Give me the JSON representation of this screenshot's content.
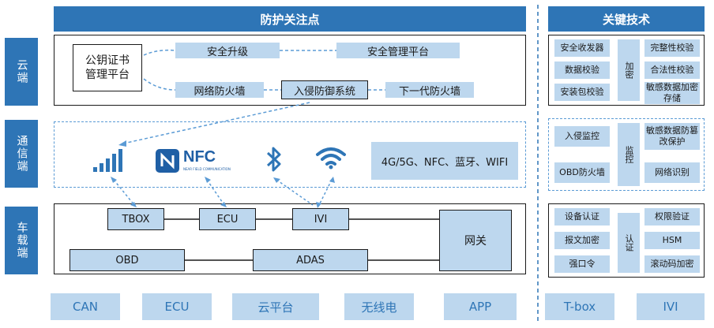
{
  "side_labels": {
    "cloud": "云端",
    "comm": "通信端",
    "vehicle": "车载端"
  },
  "headers": {
    "focus": "防护关注点",
    "tech": "关键技术"
  },
  "cloud": {
    "pki": "公钥证书\n管理平台",
    "upgrade": "安全升级",
    "mgmt_platform": "安全管理平台",
    "firewall": "网络防火墙",
    "ids": "入侵防御系统",
    "ngfw": "下一代防火墙"
  },
  "comm": {
    "icons": [
      "signal-bars",
      "nfc-logo",
      "bluetooth",
      "wifi"
    ],
    "nfc_text": "NFC",
    "nfc_sub": "NEAR FIELD COMMUNICATION",
    "summary": "4G/5G、NFC、蓝牙、WIFI"
  },
  "vehicle": {
    "tbox": "TBOX",
    "ecu": "ECU",
    "ivi": "IVI",
    "obd": "OBD",
    "adas": "ADAS",
    "gateway": "网关"
  },
  "tech": {
    "cloud": {
      "left": [
        "安全收发器",
        "数据校验",
        "安装包校验"
      ],
      "mid": "加密",
      "right": [
        "完整性校验",
        "合法性校验",
        "敏感数据加密存储"
      ]
    },
    "comm": {
      "left": [
        "入侵监控",
        "OBD防火墙"
      ],
      "mid": "监控",
      "right": [
        "敏感数据防篡改保护",
        "网络识别"
      ]
    },
    "vehicle": {
      "left": [
        "设备认证",
        "报文加密",
        "强口令"
      ],
      "mid": "认证",
      "right": [
        "权限验证",
        "HSM",
        "滚动码加密"
      ]
    }
  },
  "bottom_bar": [
    "CAN",
    "ECU",
    "云平台",
    "无线电",
    "APP",
    "T-box",
    "IVI"
  ],
  "colors": {
    "accent": "#2e75b6",
    "light": "#bdd7ee",
    "dashed": "#5b9bd5"
  }
}
